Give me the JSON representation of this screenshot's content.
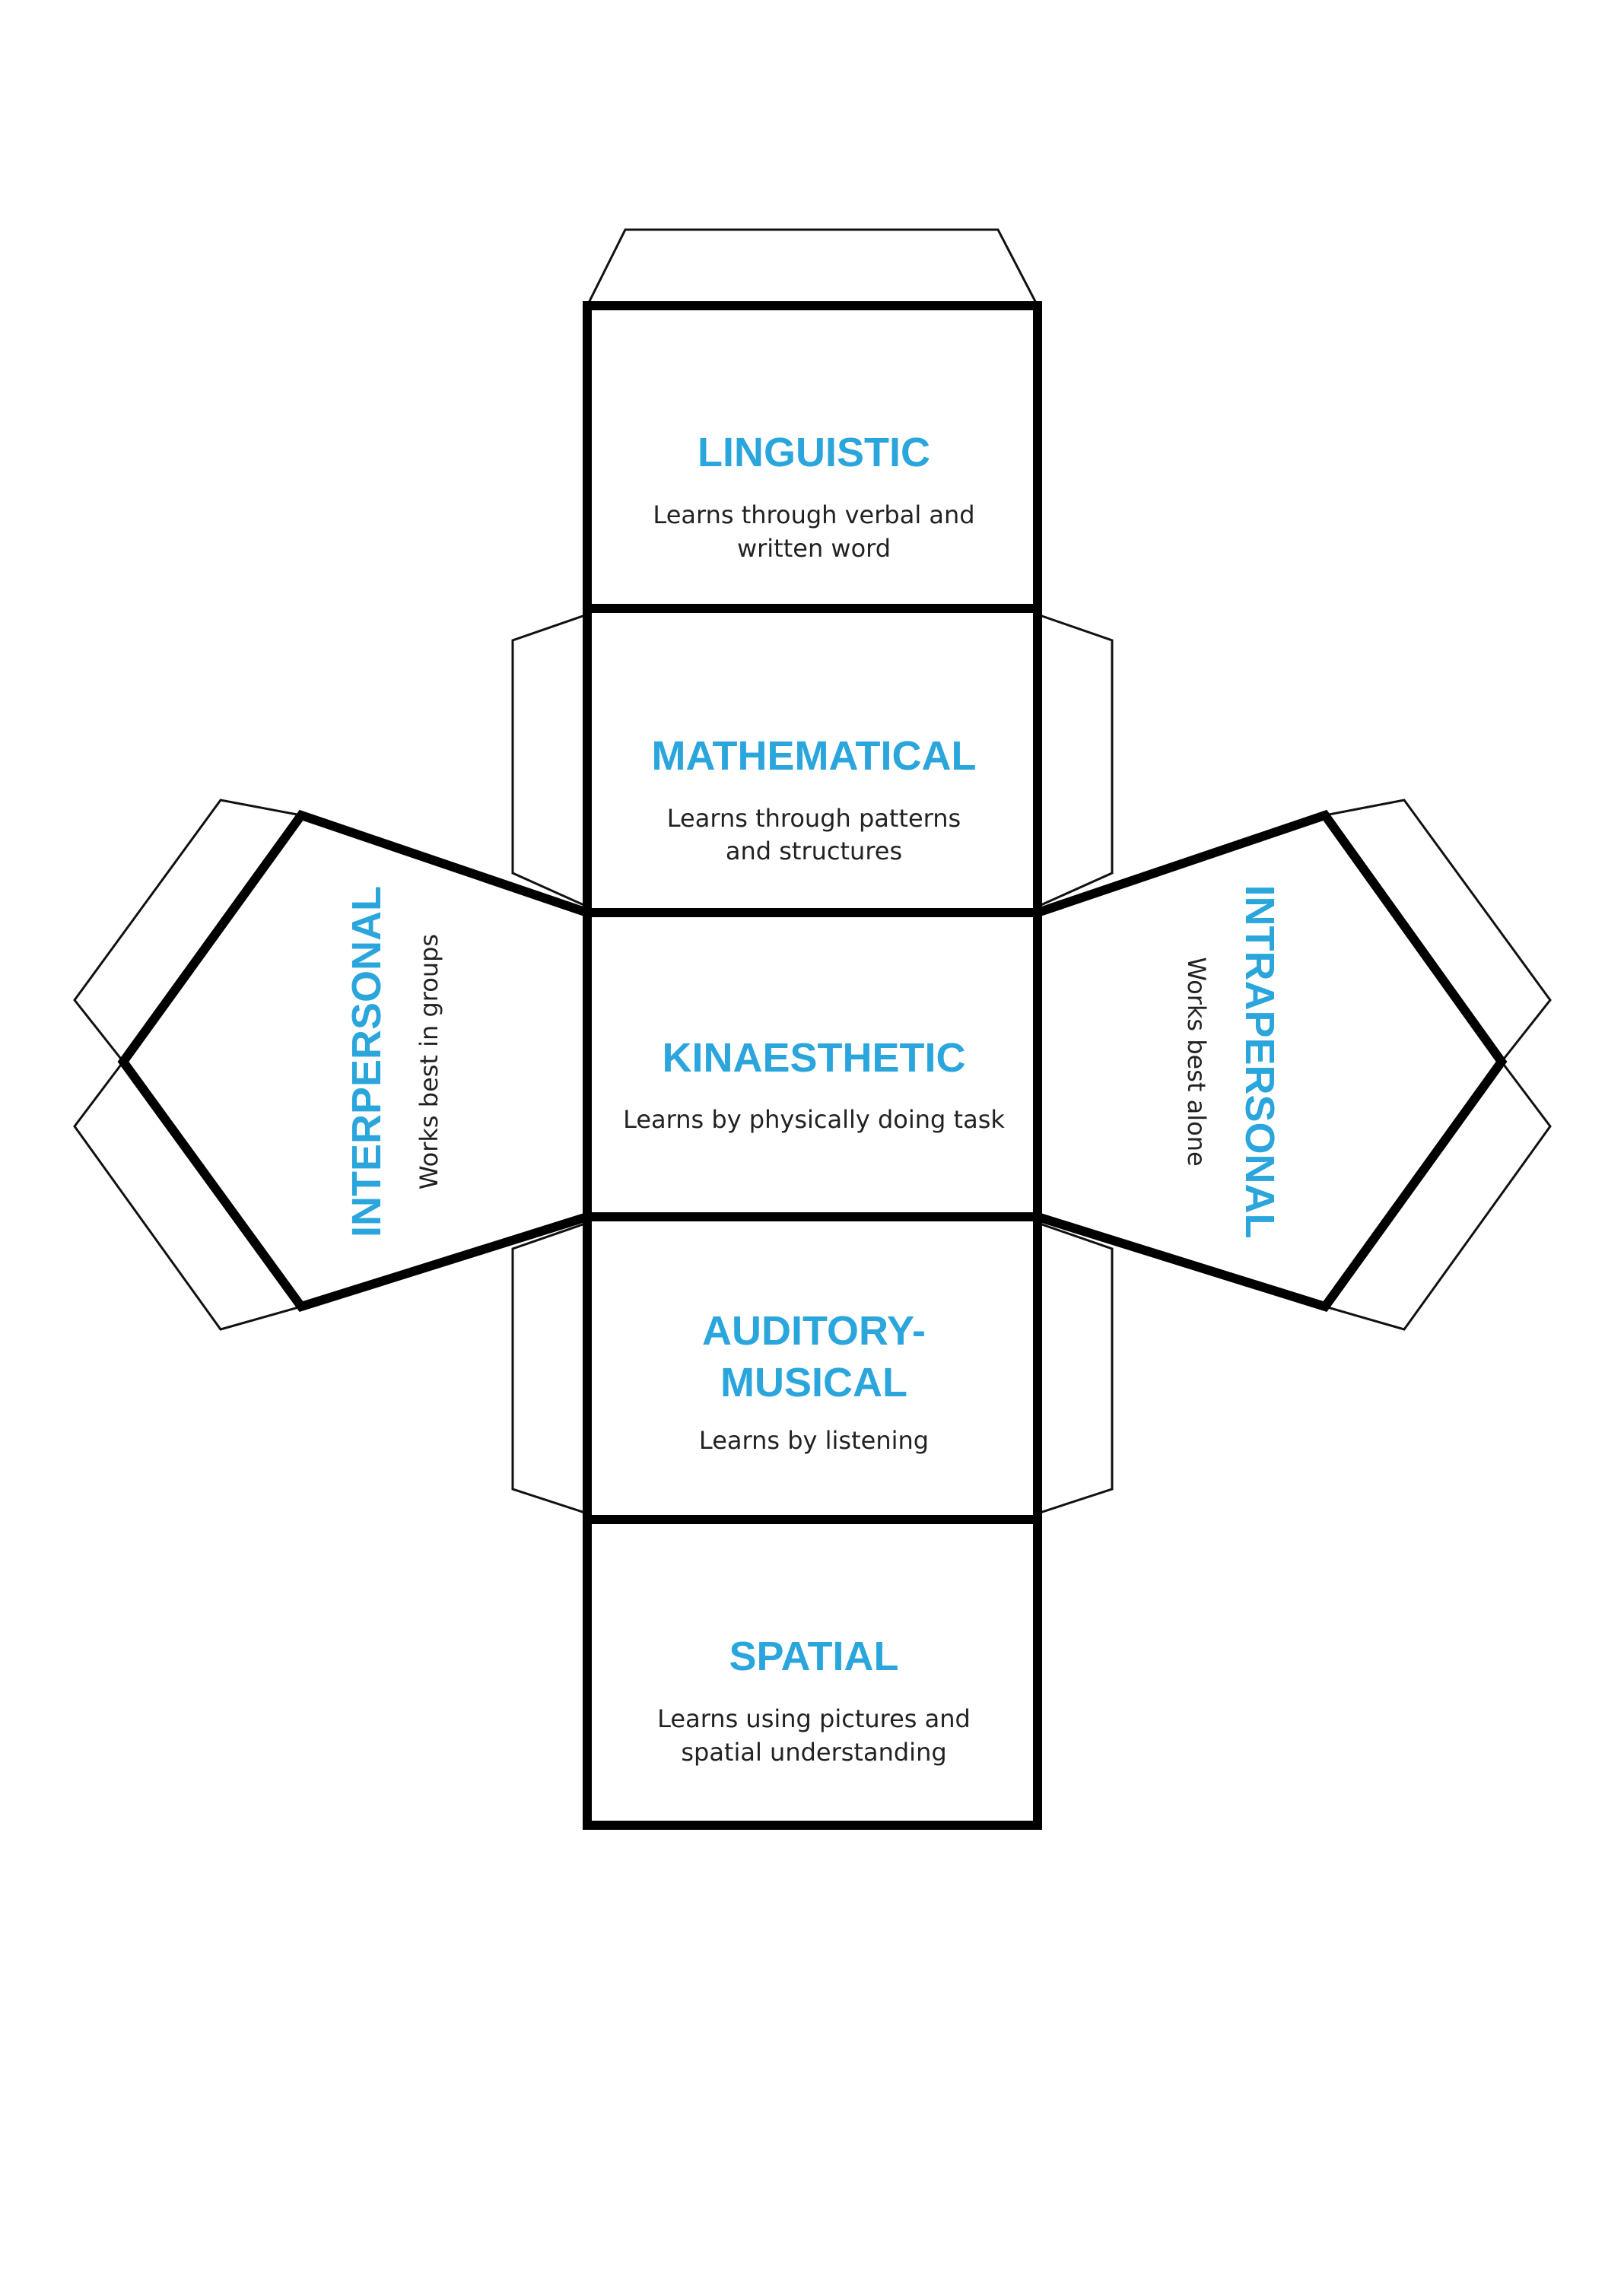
{
  "faces": {
    "linguistic": {
      "title": "LINGUISTIC",
      "desc_line1": "Learns through verbal and",
      "desc_line2": "written word"
    },
    "mathematical": {
      "title": "MATHEMATICAL",
      "desc_line1": "Learns through patterns",
      "desc_line2": "and structures"
    },
    "kinaesthetic": {
      "title": "KINAESTHETIC",
      "desc_line1": "Learns by physically doing task"
    },
    "auditory": {
      "title_line1": "AUDITORY-",
      "title_line2": "MUSICAL",
      "desc_line1": "Learns by listening"
    },
    "spatial": {
      "title": "SPATIAL",
      "desc_line1": "Learns using pictures and",
      "desc_line2": "spatial understanding"
    },
    "interpersonal": {
      "title": "INTERPERSONAL",
      "desc_line1": "Works best in groups"
    },
    "intrapersonal": {
      "title": "INTRAPERSONAL",
      "desc_line1": "Works best alone"
    }
  },
  "colors": {
    "title": "#2aa6dc",
    "outline": "#000000",
    "text": "#222222"
  }
}
